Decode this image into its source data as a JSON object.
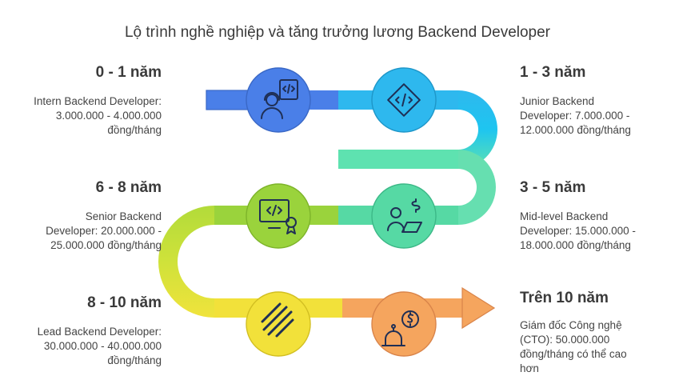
{
  "title": "Lộ trình nghề nghiệp và tăng trưởng lương Backend Developer",
  "stages": [
    {
      "period": "0 - 1 năm",
      "desc_lines": [
        "Intern Backend Developer:",
        "3.000.000 - 4.000.000",
        "đồng/tháng"
      ],
      "icon": "developer-headset-icon",
      "color": "#4a7fe8",
      "side": "left"
    },
    {
      "period": "1 - 3 năm",
      "desc_lines": [
        "Junior Backend",
        "Developer: 7.000.000 -",
        "12.000.000 đồng/tháng"
      ],
      "icon": "code-diamond-icon",
      "color": "#2eb8ee",
      "side": "right"
    },
    {
      "period": "3 - 5 năm",
      "desc_lines": [
        "Mid-level Backend",
        "Developer: 15.000.000 -",
        "18.000.000 đồng/tháng"
      ],
      "icon": "developer-laptop-money-icon",
      "color": "#56d9a4",
      "side": "right"
    },
    {
      "period": "6 - 8 năm",
      "desc_lines": [
        "Senior Backend",
        "Developer: 20.000.000 -",
        "25.000.000 đồng/tháng"
      ],
      "icon": "certified-code-icon",
      "color": "#9ad33c",
      "side": "left"
    },
    {
      "period": "8 - 10 năm",
      "desc_lines": [
        "Lead Backend Developer:",
        "30.000.000 - 40.000.000",
        "đồng/tháng"
      ],
      "icon": "stacked-bars-icon",
      "color": "#f2e13a",
      "side": "left"
    },
    {
      "period": "Trên 10 năm",
      "desc_lines": [
        "Giám đốc Công nghệ",
        "(CTO): 50.000.000",
        "đồng/tháng có thể cao",
        "hơn"
      ],
      "icon": "robot-dollar-icon",
      "color": "#f5a55e",
      "side": "right"
    }
  ]
}
